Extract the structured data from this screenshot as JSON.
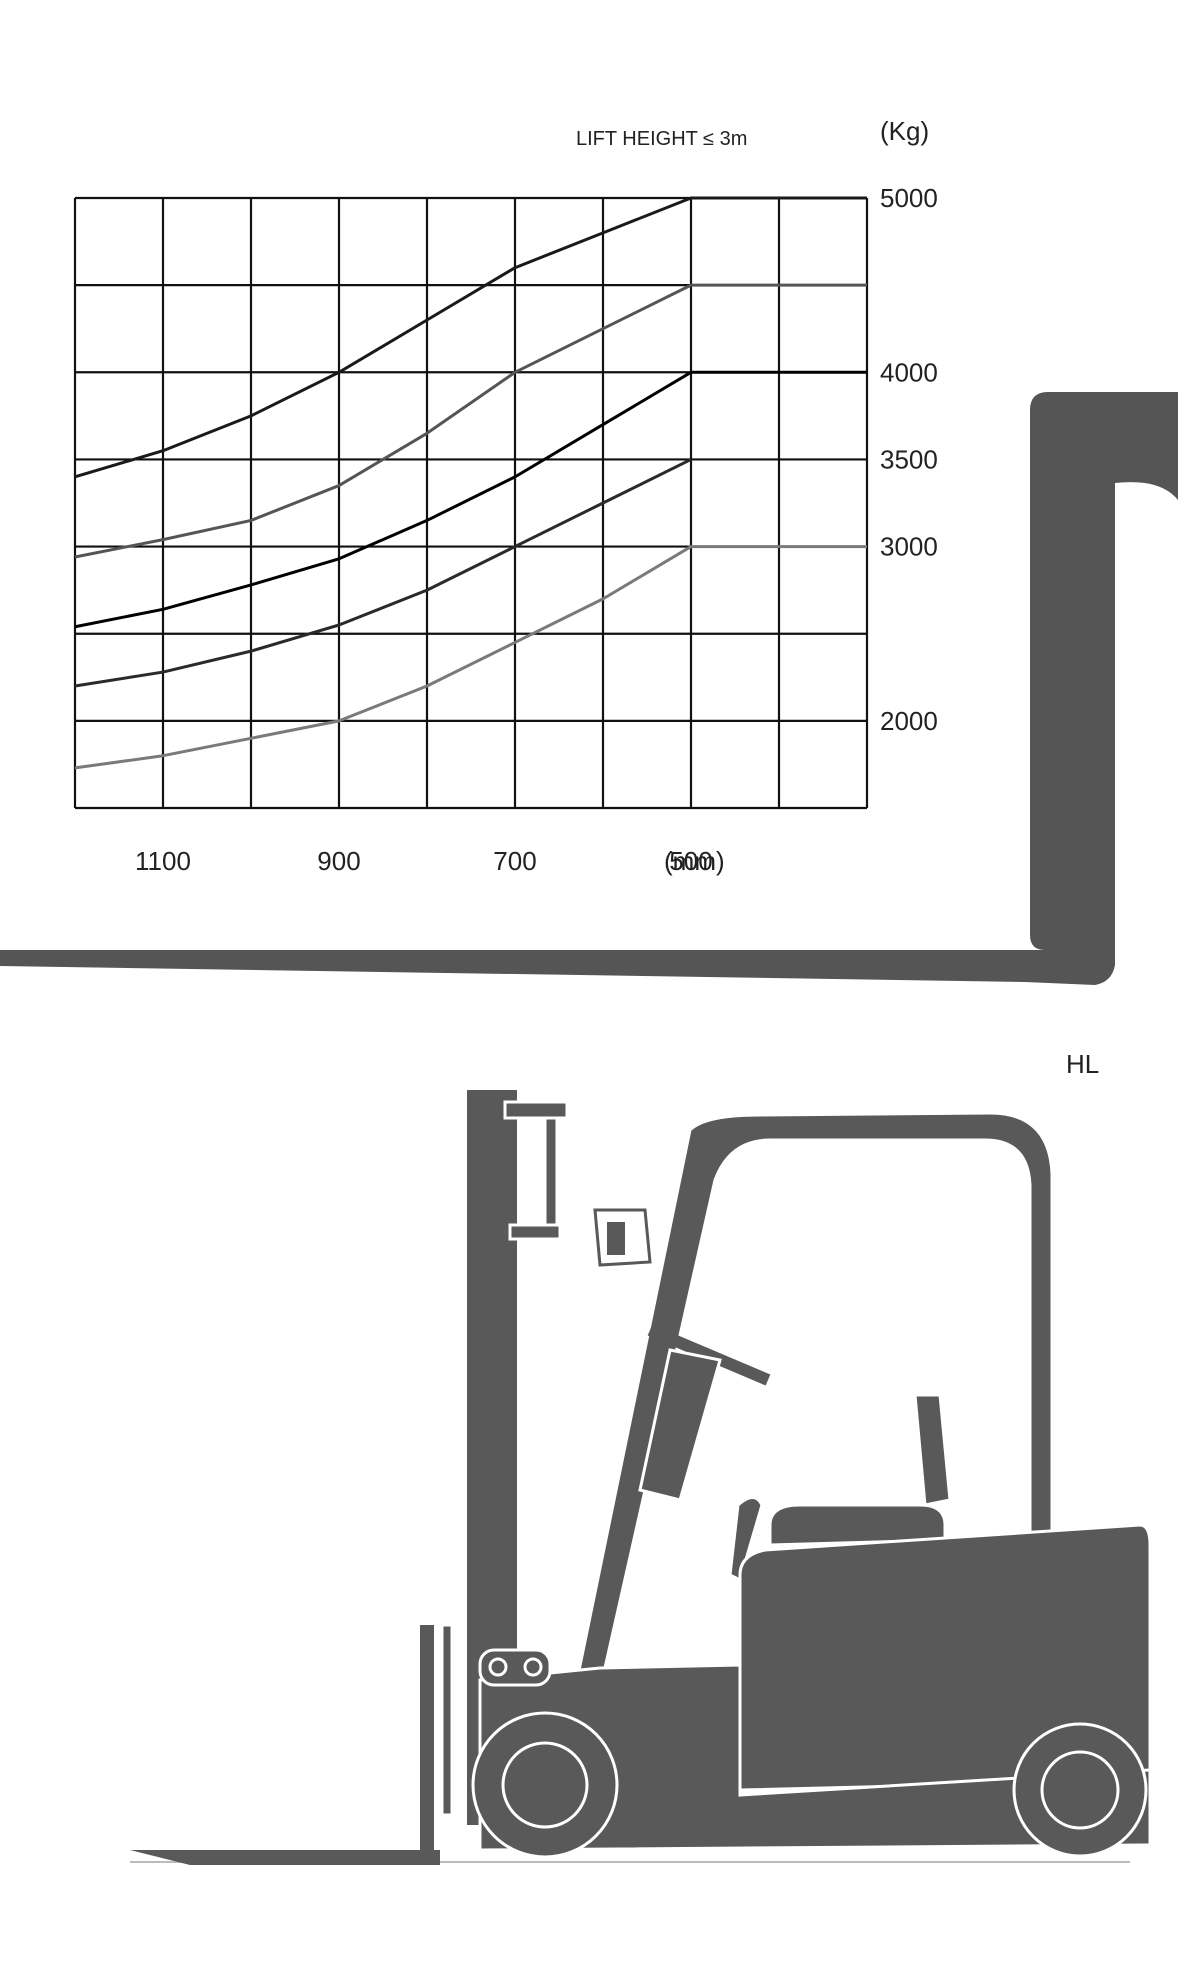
{
  "chart_data": {
    "type": "line",
    "title": "",
    "lift_height_label": "LIFT HEIGHT ≤ 3m",
    "x_unit_label": "(mm)",
    "y_unit_label": "(Kg)",
    "xlim": [
      1200,
      300
    ],
    "ylim": [
      1500,
      5000
    ],
    "x_ticks": [
      {
        "value": 1100,
        "label": "1100"
      },
      {
        "value": 900,
        "label": "900"
      },
      {
        "value": 700,
        "label": "700"
      },
      {
        "value": 500,
        "label": "500"
      }
    ],
    "y_ticks": [
      {
        "value": 5000,
        "label": "5000"
      },
      {
        "value": 4000,
        "label": "4000"
      },
      {
        "value": 3500,
        "label": "3500"
      },
      {
        "value": 3000,
        "label": "3000"
      },
      {
        "value": 2000,
        "label": "2000"
      }
    ],
    "grid": true,
    "x_grid": [
      1200,
      1100,
      1000,
      900,
      800,
      700,
      600,
      500,
      400,
      300
    ],
    "y_grid": [
      1500,
      2000,
      2500,
      3000,
      3500,
      4000,
      4500,
      5000
    ],
    "series": [
      {
        "values": [
          [
            1200,
            3400
          ],
          [
            1100,
            3550
          ],
          [
            1000,
            3750
          ],
          [
            900,
            4000
          ],
          [
            800,
            4300
          ],
          [
            700,
            4600
          ],
          [
            600,
            4800
          ],
          [
            500,
            5000
          ],
          [
            300,
            5000
          ]
        ],
        "color": "#1a1a1a"
      },
      {
        "values": [
          [
            1200,
            2940
          ],
          [
            1100,
            3040
          ],
          [
            1000,
            3150
          ],
          [
            900,
            3350
          ],
          [
            800,
            3650
          ],
          [
            700,
            4000
          ],
          [
            600,
            4250
          ],
          [
            500,
            4500
          ],
          [
            300,
            4500
          ]
        ],
        "color": "#555555"
      },
      {
        "values": [
          [
            1200,
            2540
          ],
          [
            1100,
            2640
          ],
          [
            1000,
            2780
          ],
          [
            900,
            2930
          ],
          [
            800,
            3150
          ],
          [
            700,
            3400
          ],
          [
            600,
            3700
          ],
          [
            500,
            4000
          ],
          [
            300,
            4000
          ]
        ],
        "color": "#000000"
      },
      {
        "values": [
          [
            1200,
            2200
          ],
          [
            1100,
            2280
          ],
          [
            1000,
            2400
          ],
          [
            900,
            2550
          ],
          [
            800,
            2750
          ],
          [
            700,
            3000
          ],
          [
            600,
            3250
          ],
          [
            500,
            3500
          ]
        ],
        "color": "#2a2a2a"
      },
      {
        "values": [
          [
            1200,
            1730
          ],
          [
            1100,
            1800
          ],
          [
            1000,
            1900
          ],
          [
            900,
            2000
          ],
          [
            800,
            2200
          ],
          [
            700,
            2450
          ],
          [
            600,
            2700
          ],
          [
            500,
            3000
          ],
          [
            300,
            3000
          ]
        ],
        "color": "#7a7a7a"
      }
    ]
  },
  "illustration": {
    "truck_model": "HL",
    "body_color": "#595959",
    "outline_color": "#ffffff"
  }
}
